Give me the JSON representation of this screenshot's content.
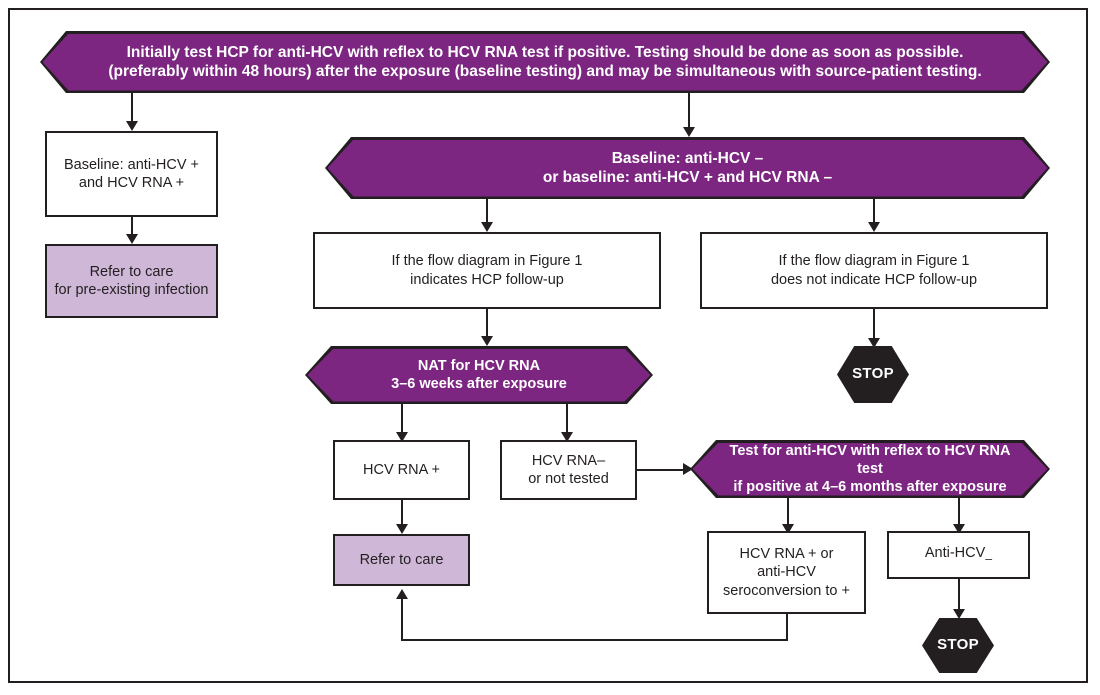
{
  "figure": {
    "type": "flowchart",
    "title": "HCV post-exposure testing algorithm for health care personnel"
  },
  "nodes": {
    "banner_initial": {
      "line1": "Initially test HCP for anti-HCV with reflex to HCV RNA test if positive. Testing should be done as soon as possible.",
      "line2": "(preferably within 48 hours) after the exposure (baseline testing) and may be simultaneous with source-patient testing."
    },
    "baseline_positive": {
      "line1": "Baseline: anti-HCV +",
      "line2": "and HCV RNA +"
    },
    "refer_preexisting": {
      "line1": "Refer to care",
      "line2": "for pre-existing infection"
    },
    "banner_baseline_negative": {
      "line1": "Baseline: anti-HCV –",
      "line2": "or baseline: anti-HCV + and HCV RNA –"
    },
    "followup_indicated": {
      "line1": "If the flow diagram in Figure 1",
      "line2": "indicates HCP follow-up"
    },
    "followup_not_indicated": {
      "line1": "If the flow diagram in Figure 1",
      "line2": "does not indicate HCP follow-up"
    },
    "stop_upper": {
      "label": "STOP"
    },
    "banner_nat": {
      "line1": "NAT for HCV RNA",
      "line2": "3–6 weeks after exposure"
    },
    "hcv_rna_positive": {
      "line1": "HCV RNA +"
    },
    "hcv_rna_negative": {
      "line1": "HCV RNA–",
      "line2": "or not tested"
    },
    "banner_test_4_6_months": {
      "line1": "Test for anti-HCV with reflex to HCV RNA test",
      "line2": "if positive at 4–6 months after exposure"
    },
    "refer_to_care": {
      "line1": "Refer to care"
    },
    "seroconversion": {
      "line1": "HCV RNA + or",
      "line2": "anti-HCV",
      "line3": "seroconversion to +"
    },
    "anti_hcv_negative": {
      "line1": "Anti-HCV",
      "suffix": "–"
    },
    "stop_lower": {
      "label": "STOP"
    }
  },
  "colors": {
    "purple": "#7c2682",
    "lilac": "#cfb7d8",
    "outline": "#231f20",
    "stop_fill": "#231f20",
    "white": "#ffffff"
  }
}
